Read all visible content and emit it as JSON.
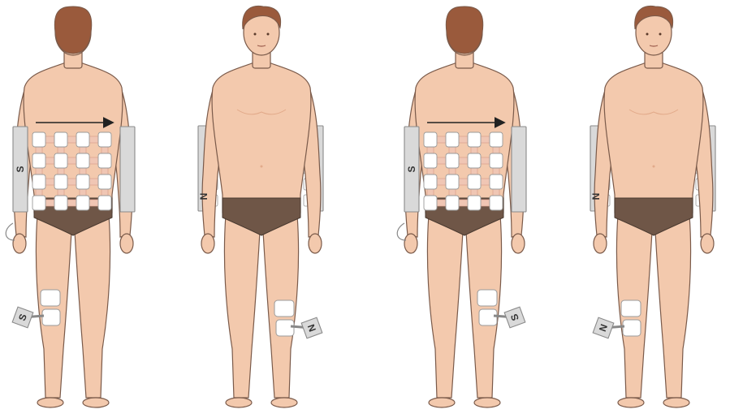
{
  "colors": {
    "skin": "#f3c9ad",
    "skin_shade": "#e2aa8a",
    "outline": "#7a5a4a",
    "hair": "#9a5a3c",
    "briefs": "#6f5647",
    "magnet_plate": "#d9d9d9",
    "magnet_edge": "#8a8a8a",
    "pad": "#ffffff",
    "pad_edge": "#9a9a9a",
    "connector": "#f0c6b4",
    "arrow": "#222222"
  },
  "figures": [
    {
      "id": "back-1",
      "view": "back",
      "back_magnet_label": "S",
      "knee_magnet_label": "S",
      "knee_side": "left"
    },
    {
      "id": "front-1",
      "view": "front",
      "back_magnet_label": "N",
      "knee_magnet_label": "N",
      "knee_side": "right"
    },
    {
      "id": "back-2",
      "view": "back",
      "back_magnet_label": "S",
      "knee_magnet_label": "S",
      "knee_side": "right"
    },
    {
      "id": "front-2",
      "view": "front",
      "back_magnet_label": "N",
      "knee_magnet_label": "N",
      "knee_side": "left"
    }
  ]
}
